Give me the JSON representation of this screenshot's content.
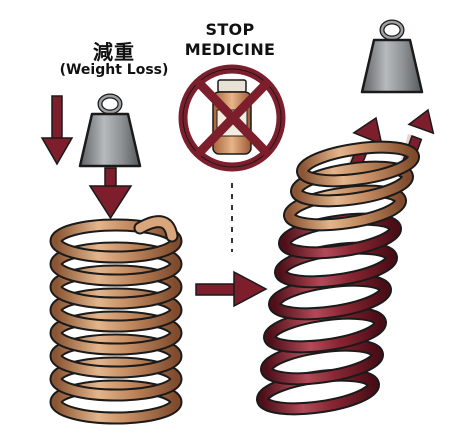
{
  "left_panel": {
    "caption_jp": "減重",
    "caption_en": "(Weight Loss)"
  },
  "center_panel": {
    "caption_line1": "STOP",
    "caption_line2": "MEDICINE"
  },
  "colors": {
    "spring_copper": "#b9835a",
    "spring_copper_light": "#e3b58c",
    "spring_maroon": "#7a1f2b",
    "spring_maroon_light": "#a8414d",
    "weight_gray": "#8a8d90",
    "arrow_maroon": "#7d1e2c",
    "outline": "#1a1a1a",
    "prohibit_red": "#7d1e2c"
  },
  "icons": [
    "weight-icon",
    "down-arrow-icon",
    "no-medicine-icon",
    "right-arrow-icon",
    "up-arrow-icon"
  ]
}
